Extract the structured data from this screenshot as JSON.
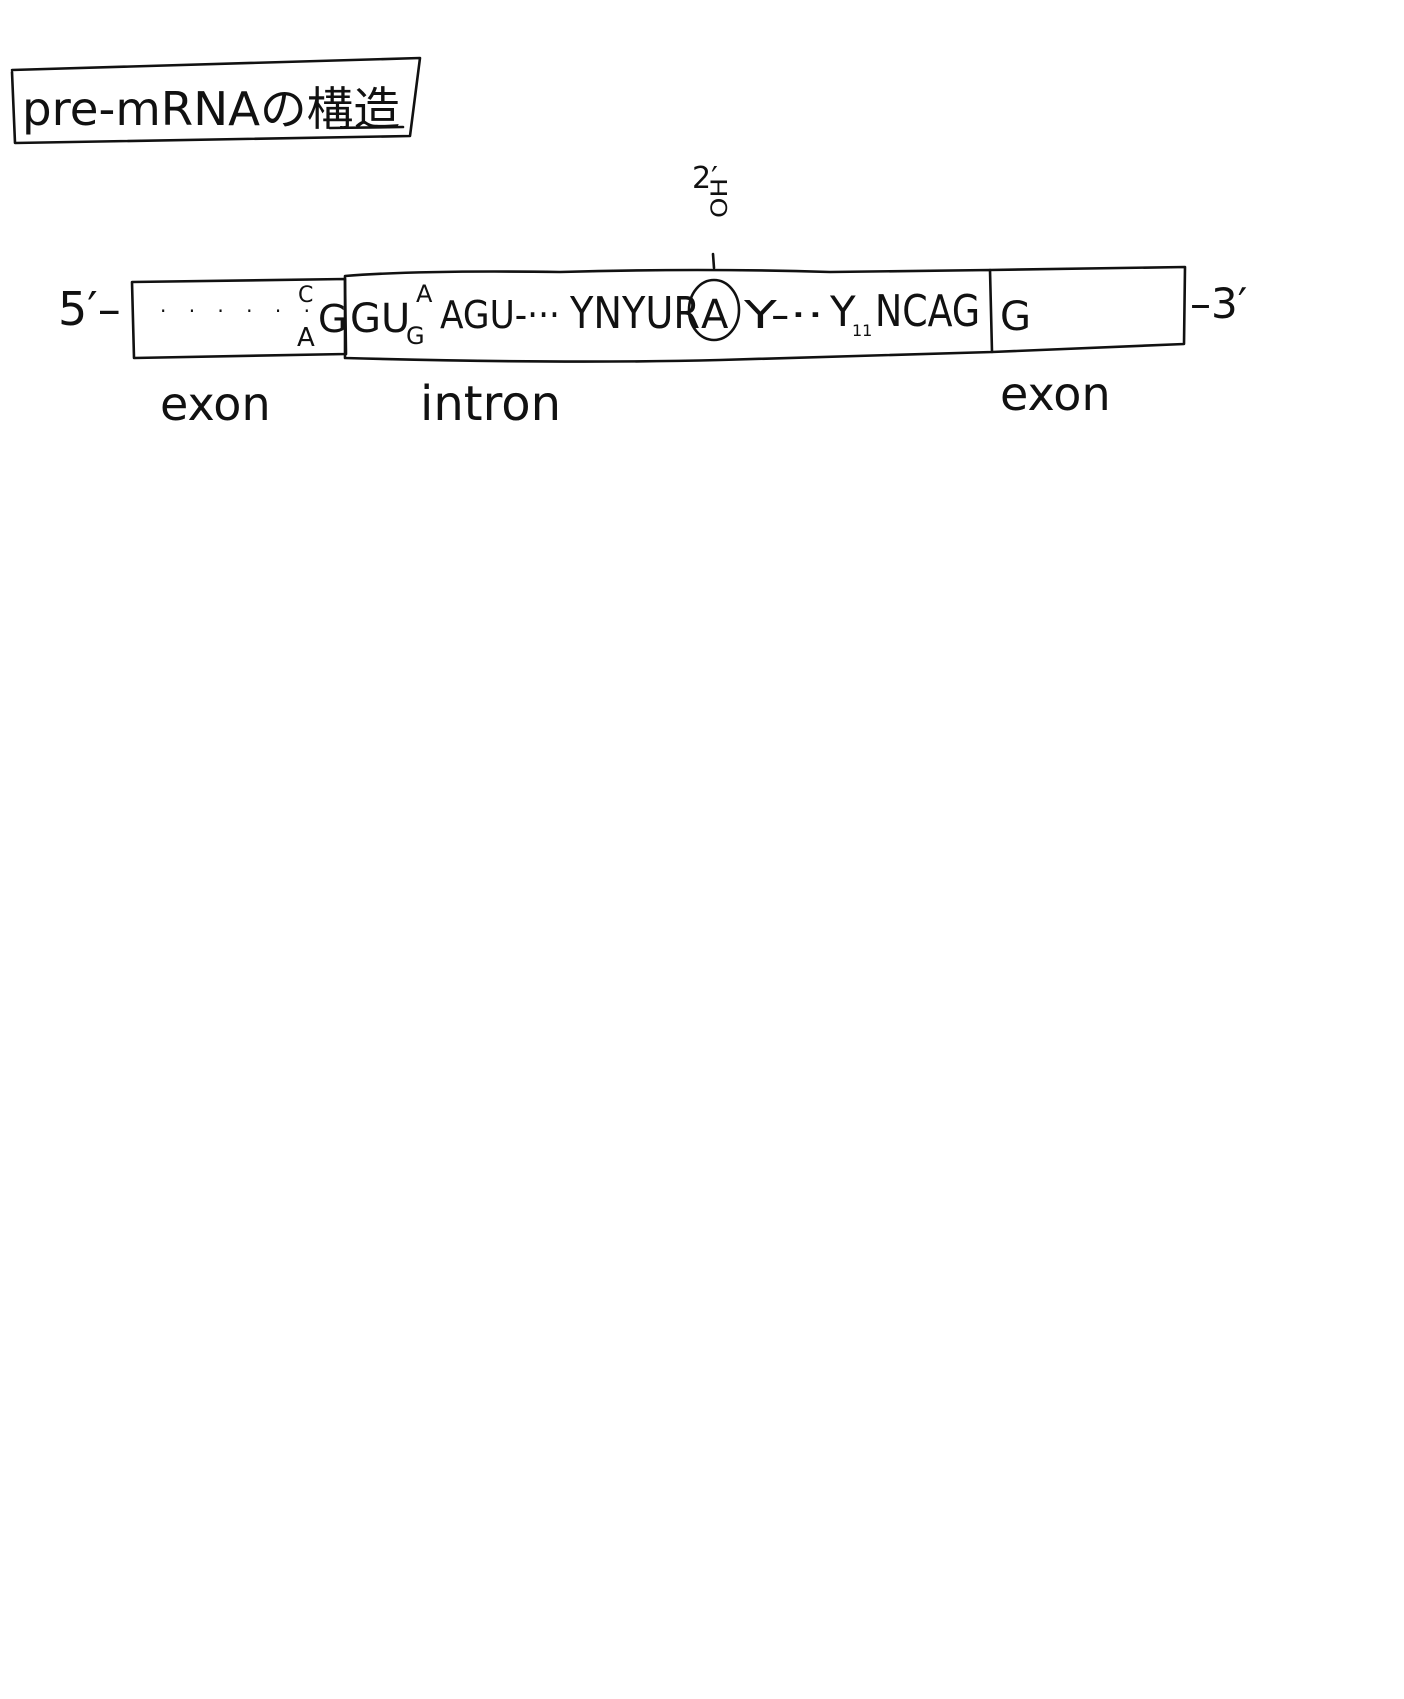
{
  "title": "pre-mRNAの構造",
  "five_prime": "5′–",
  "three_prime": "–3′",
  "branch": {
    "label": "2′",
    "hydroxyl": "OH"
  },
  "sequence": {
    "exon1_dots": "· · · · · ·",
    "exon1_top": "C",
    "exon1_bottom": "A",
    "exon1_end": "G",
    "intron_start": "GU",
    "intron_alt_top": "A",
    "intron_alt_bottom": "G",
    "intron_motif": "AGU-···",
    "branch_region": "YNYUR",
    "branch_point": "A",
    "after_branch": "Y-··",
    "polypyrimidine": "Y",
    "polypyrimidine_sub": "11",
    "intron_end": "NCAG",
    "exon2_start": "G"
  },
  "labels": {
    "exon_left": "exon",
    "intron": "intron",
    "exon_right": "exon"
  },
  "colors": {
    "ink": "#111111",
    "background": "#ffffff"
  }
}
